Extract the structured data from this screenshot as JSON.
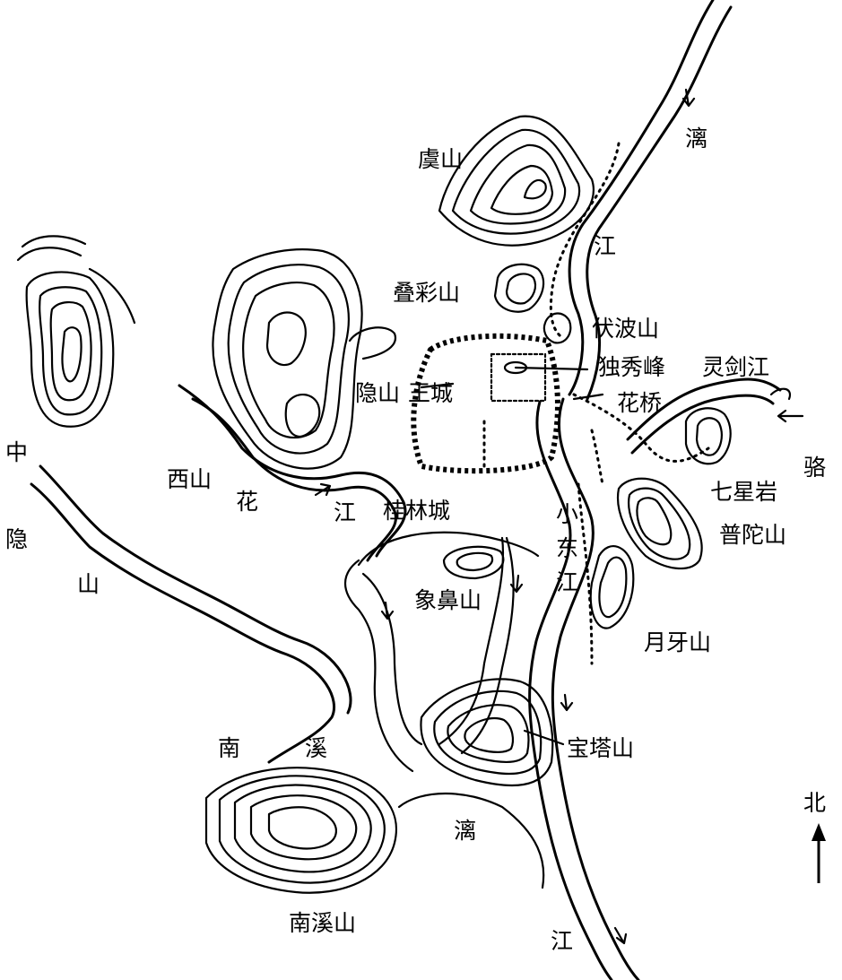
{
  "map": {
    "colors": {
      "ink": "#000000",
      "paper": "#ffffff"
    },
    "north_arrow": {
      "label": "北"
    },
    "labels": {
      "yushan": "虞山",
      "li_top": "漓",
      "jiang_top": "江",
      "diecaishan": "叠彩山",
      "fuboshan": "伏波山",
      "duxiufeng": "独秀峰",
      "lingjianjiang": "灵剑江",
      "huaqiao": "花桥",
      "yinshan": "隐山",
      "zhucheng": "王城",
      "luo": "骆",
      "qixingyan": "七星岩",
      "xishan": "西山",
      "hua": "花",
      "jiang_mid": "江",
      "guilincheng": "桂林城",
      "xiaodongjiang": [
        "小",
        "东",
        "江"
      ],
      "putuoshan": "普陀山",
      "zhongyinshan": [
        "中",
        "隐",
        "山"
      ],
      "xiangbishan": "象鼻山",
      "yueyashan": "月牙山",
      "baotashan": "宝塔山",
      "nan": "南",
      "xi": "溪",
      "li_bottom": "漓",
      "nanxishan": "南溪山",
      "jiang_bottom": "江"
    }
  }
}
